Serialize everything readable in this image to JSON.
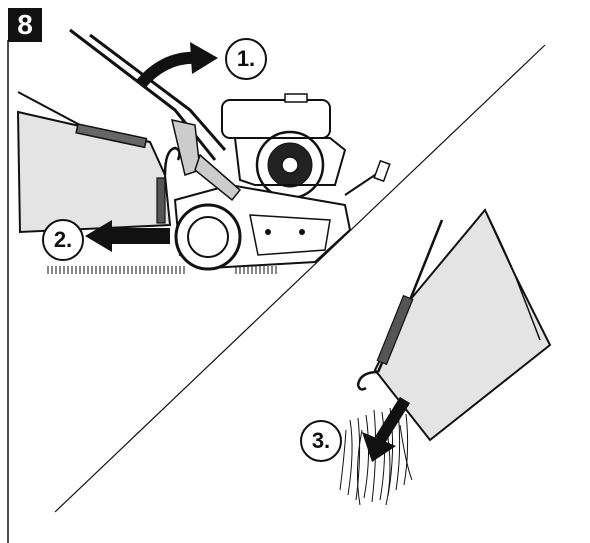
{
  "figure": {
    "number": "8",
    "steps": [
      {
        "label": "1."
      },
      {
        "label": "2."
      },
      {
        "label": "3."
      }
    ]
  }
}
